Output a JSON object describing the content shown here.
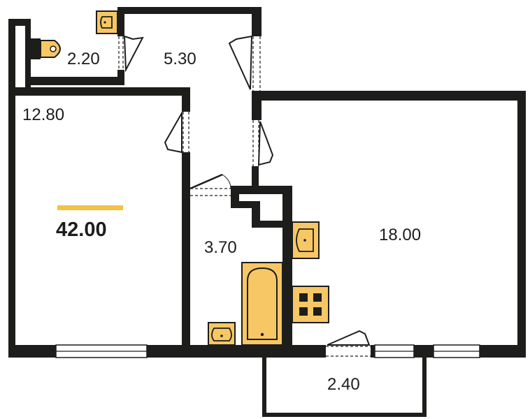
{
  "rooms": {
    "toilet": "2.20",
    "hallway": "5.30",
    "room_left": "12.80",
    "bathroom": "3.70",
    "room_right": "18.00",
    "balcony": "2.40"
  },
  "total_area": "42.00",
  "colors": {
    "wall": "#1d1d1b",
    "fixture": "#f7c765",
    "accent_bar": "#f5c242",
    "background": "#ffffff"
  }
}
